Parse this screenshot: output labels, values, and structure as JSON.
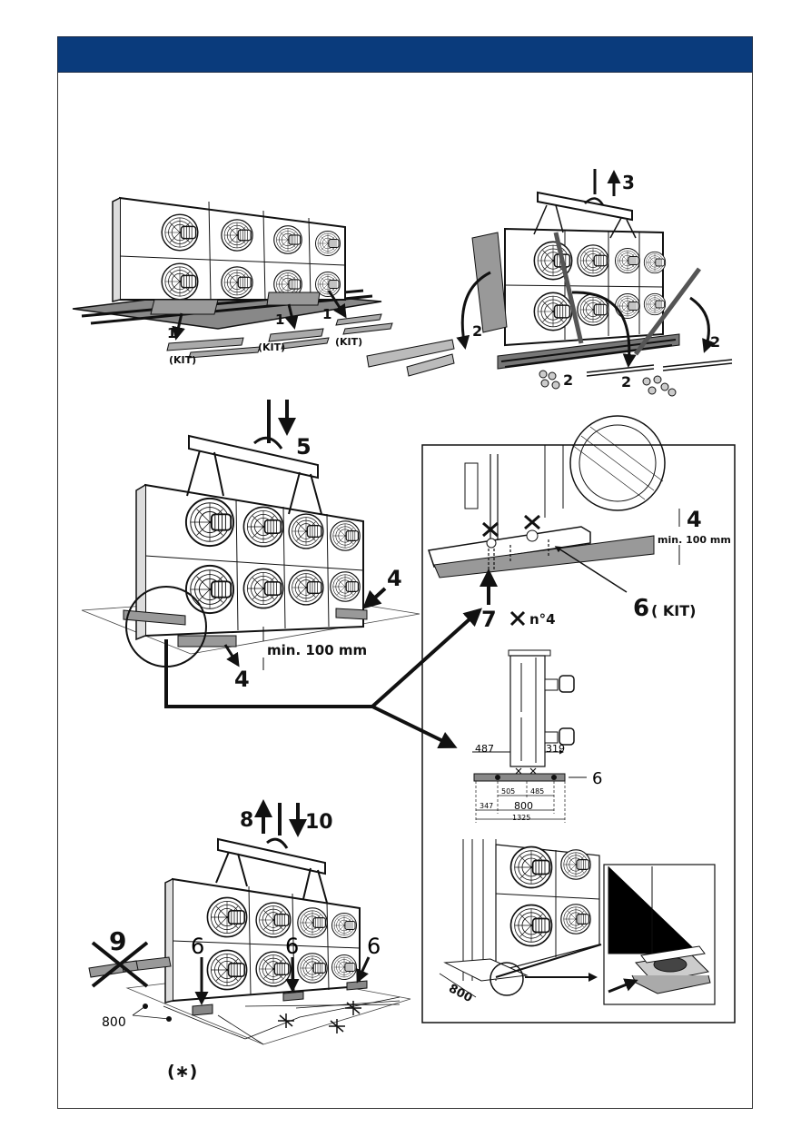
{
  "header": {
    "color": "#0a3b7c"
  },
  "step1": {
    "num_a": "1",
    "num_b": "1",
    "num_c": "1",
    "kit_a": "(KIT)",
    "kit_b": "(KIT)",
    "kit_c": "(KIT)"
  },
  "step2": {
    "num_a": "2",
    "num_b": "2",
    "num_c": "2",
    "num_d": "2",
    "lift_num": "3"
  },
  "step5": {
    "lower_num": "5",
    "beam_num_top": "4",
    "beam_num_bottom": "4",
    "min_clearance": "min. 100 mm"
  },
  "detail_top": {
    "beam_num": "4",
    "min_clearance": "min. 100 mm",
    "kit_num": "6",
    "kit_label": "( KIT)",
    "bolt_num": "7",
    "bolt_count": "n°4"
  },
  "dimensions": {
    "d487": "487",
    "d319": "319",
    "d505": "505",
    "d485": "485",
    "d347": "347",
    "d800": "800",
    "d1325": "1325",
    "support_num": "6"
  },
  "step8": {
    "lift_num": "8",
    "lower_num": "10",
    "forbidden_num": "9",
    "support_a": "6",
    "support_b": "6",
    "support_c": "6",
    "spacing": "800"
  },
  "detail_bottom": {
    "spacing": "800"
  },
  "footnote": {
    "mark": "(∗)"
  }
}
